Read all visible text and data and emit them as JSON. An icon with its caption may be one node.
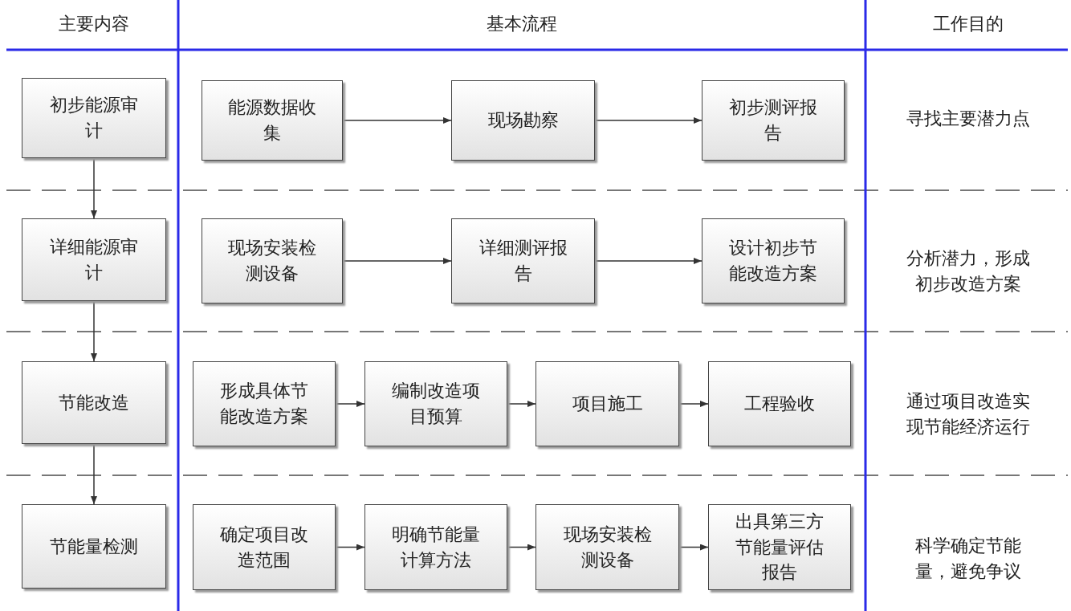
{
  "diagram": {
    "nodes": [
      {
        "text": [
          "初步能源审计"
        ]
      },
      {
        "text": [
          "能源数据收集"
        ]
      },
      {
        "text": [
          "现场勘察"
        ]
      },
      {
        "text": [
          "初步测评报告"
        ]
      },
      {
        "text": [
          "详细能源审计"
        ]
      },
      {
        "text": [
          "现场安装检测设备"
        ]
      },
      {
        "text": [
          "详细测评报告"
        ]
      },
      {
        "text": [
          "设计初步节能改造方案"
        ]
      },
      {
        "text": [
          "节能改造"
        ]
      },
      {
        "text": [
          "形成具体节能改造方案"
        ]
      },
      {
        "text": [
          "编制改造项目预算"
        ]
      },
      {
        "text": [
          "项目施工"
        ]
      },
      {
        "text": [
          "工程验收"
        ]
      },
      {
        "text": [
          "节能量检测"
        ]
      },
      {
        "text": [
          "确定项目改造范围"
        ]
      },
      {
        "text": [
          "明确节能量计算方法"
        ]
      },
      {
        "text": [
          "现场安装检测设备"
        ]
      },
      {
        "text": [
          "出具第三方节能量评估报告"
        ]
      }
    ],
    "edges": [
      {
        "from": 1,
        "to": 2,
        "arrow": "to"
      },
      {
        "from": 2,
        "to": 3,
        "arrow": "to"
      },
      {
        "from": 5,
        "to": 6,
        "arrow": "to"
      },
      {
        "from": 6,
        "to": 7,
        "arrow": "to"
      },
      {
        "from": 9,
        "to": 10,
        "arrow": "to"
      },
      {
        "from": 10,
        "to": 11,
        "arrow": "to"
      },
      {
        "from": 11,
        "to": 12,
        "arrow": "to"
      },
      {
        "from": 14,
        "to": 15,
        "arrow": "to"
      },
      {
        "from": 15,
        "to": 16,
        "arrow": "to"
      },
      {
        "from": 16,
        "to": 17,
        "arrow": "to"
      },
      {
        "from": 0,
        "to": 4,
        "arrow": "to"
      },
      {
        "from": 4,
        "to": 8,
        "arrow": "to"
      },
      {
        "from": 8,
        "to": 13,
        "arrow": "to"
      }
    ],
    "labels": [
      "主要内容",
      "基本流程",
      "工作目的",
      "寻找主要潜力点",
      "分析潜力，形成初步改造方案",
      "通过项目改造实现节能经济运行",
      "科学确定节能量，避免争议"
    ]
  }
}
